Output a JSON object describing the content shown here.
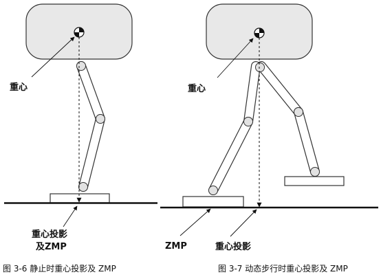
{
  "colors": {
    "body_fill": "#e8e8e8",
    "outline": "#333333",
    "ground": "#111111",
    "joint_fill": "#e2e2e2",
    "foot_fill": "#ffffff"
  },
  "left_figure": {
    "com_label": "重心",
    "projection_label_line1": "重心投影",
    "projection_label_line2": "及ZMP",
    "caption": "图 3-6 静止时重心投影及 ZMP"
  },
  "right_figure": {
    "com_label": "重心",
    "zmp_label": "ZMP",
    "projection_label": "重心投影",
    "caption": "图 3-7 动态步行时重心投影及 ZMP"
  }
}
